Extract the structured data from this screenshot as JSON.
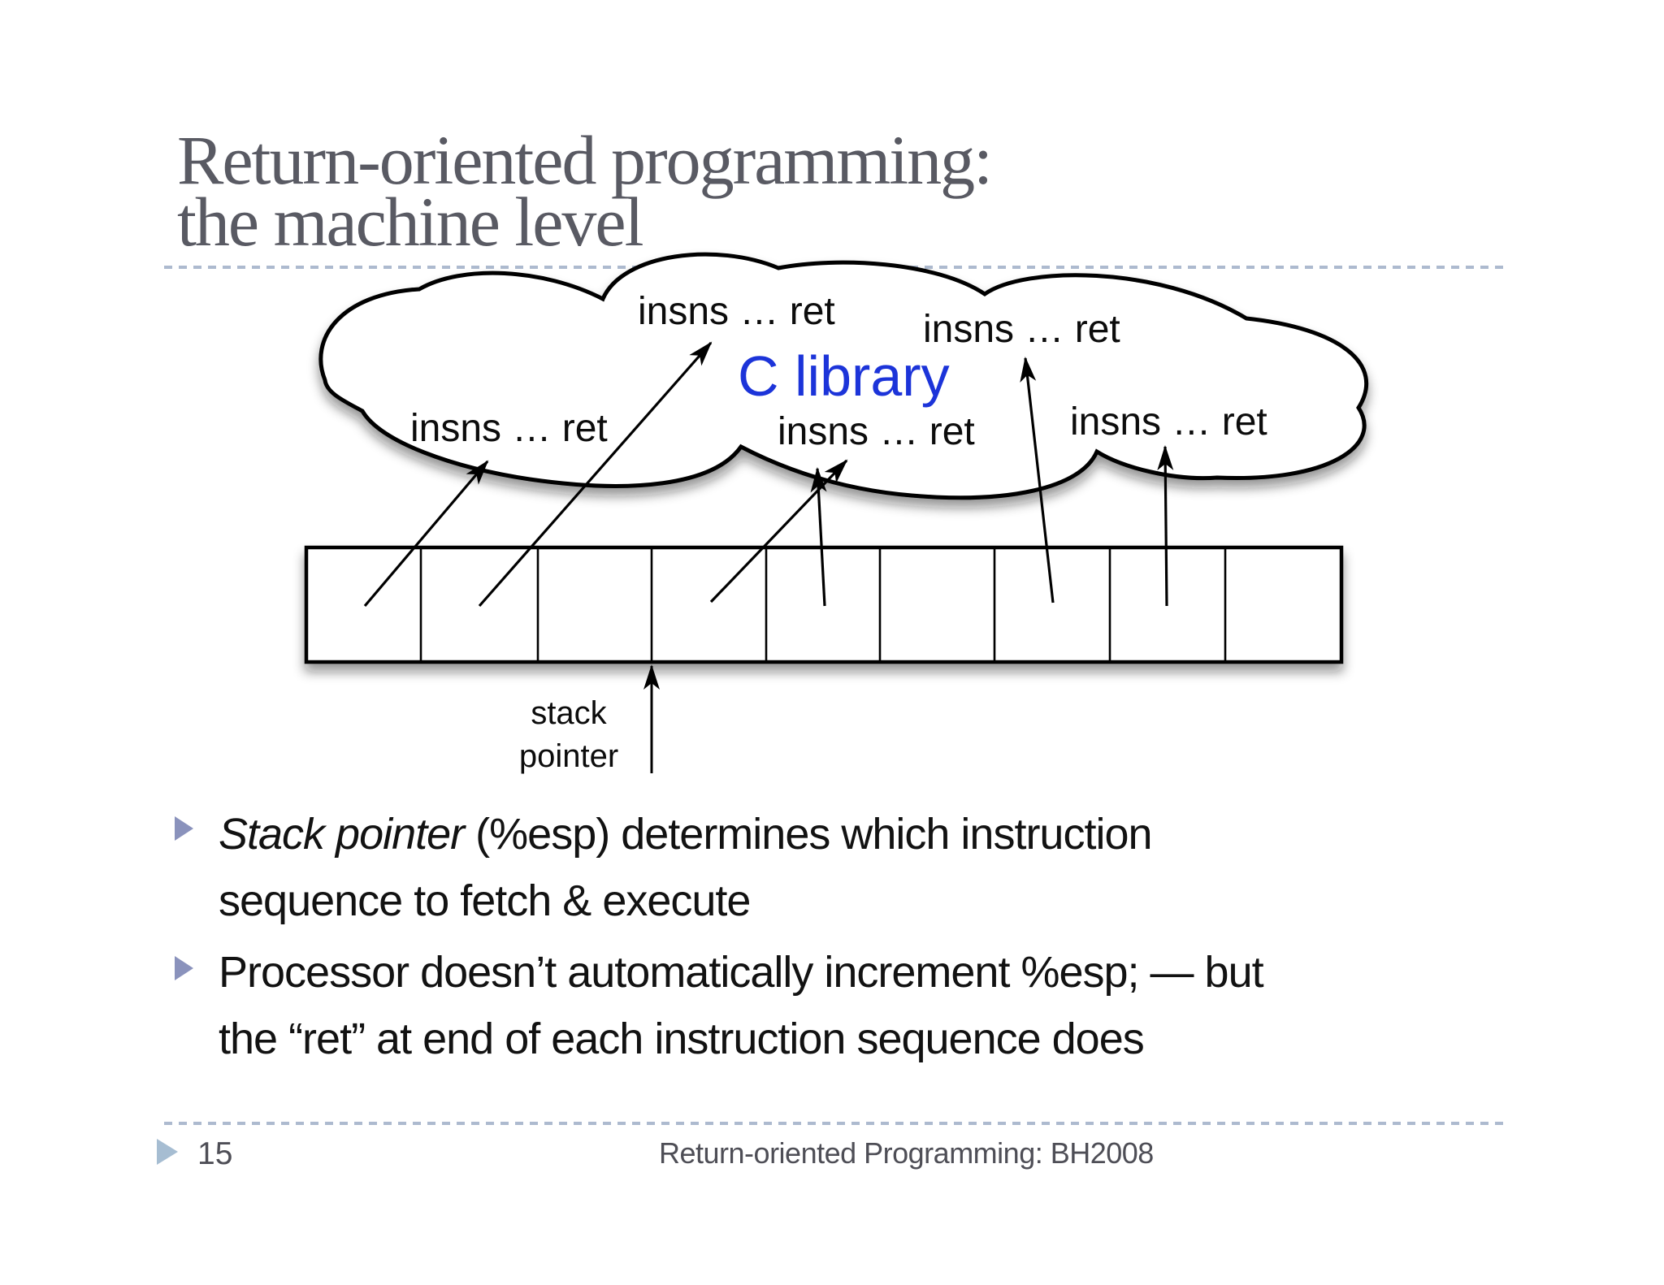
{
  "slide": {
    "title": {
      "line1": "Return-oriented programming:",
      "line2": "the machine level"
    },
    "diagram": {
      "library_label": "C library",
      "gadget_labels": {
        "top_center": "insns … ret",
        "top_right": "insns … ret",
        "left": "insns … ret",
        "center": "insns … ret",
        "right": "insns … ret"
      },
      "stack_pointer_label": {
        "line1": "stack",
        "line2": "pointer"
      },
      "stack_cell_count": 9,
      "arrow_count": 6
    },
    "bullets": {
      "item1": {
        "italic_lead": "Stack pointer",
        "line1_rest": " (%esp) determines which instruction",
        "line2": "sequence to fetch & execute"
      },
      "item2": {
        "line1": "Processor doesn’t automatically increment %esp; — but",
        "line2": "the “ret” at end of each instruction sequence does"
      }
    },
    "footer": {
      "page_number": "15",
      "text": "Return-oriented Programming: BH2008"
    },
    "colors": {
      "library_blue": "#1c34d9",
      "bullet_marker": "#8a92bc",
      "footer_marker": "#a6bdd2",
      "dashed_line": "#adbacf",
      "title_gray": "#595a63",
      "footer_text": "#4e4e56",
      "diagram_ink": "#000000"
    }
  }
}
